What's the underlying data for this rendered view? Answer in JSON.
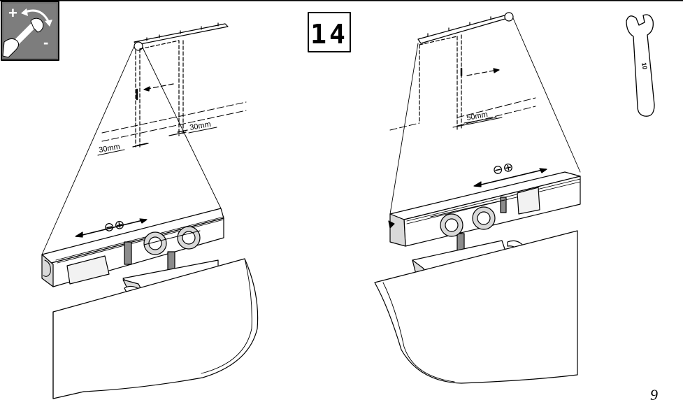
{
  "page": {
    "step_number": "14",
    "page_number": "9"
  },
  "left_panel": {
    "dimension_left": "30mm",
    "dimension_right": "30mm",
    "adjust_symbols": "⊖⊕"
  },
  "right_panel": {
    "dimension": "50mm",
    "adjust_symbols": "⊖⊕"
  },
  "tool": {
    "wrench_size": "10"
  },
  "colors": {
    "line": "#000000",
    "adjust_icon_bg": "#6f6f6f",
    "metal_shade": "#d9d9d9",
    "metal_dark": "#8c8c8c"
  }
}
